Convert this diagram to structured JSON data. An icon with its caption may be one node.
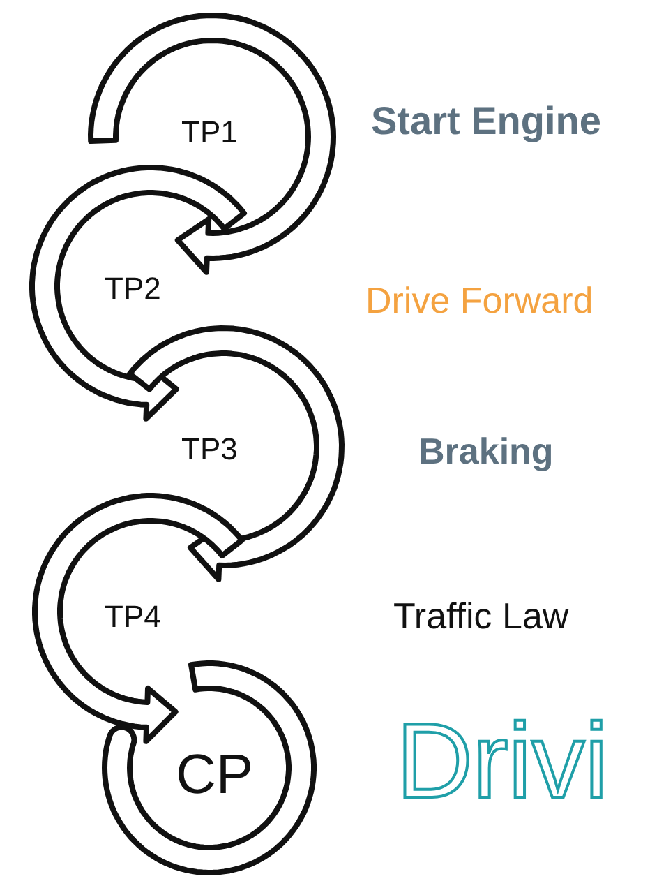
{
  "diagram": {
    "nodes": [
      {
        "text": [
          "TP1"
        ]
      },
      {
        "text": [
          "TP2"
        ]
      },
      {
        "text": [
          "TP3"
        ]
      },
      {
        "text": [
          "TP4"
        ]
      },
      {
        "text": [
          "CP"
        ]
      }
    ],
    "edges": [
      {
        "from": 0,
        "to": 1,
        "arrow": "to"
      },
      {
        "from": 1,
        "to": 2,
        "arrow": "to"
      },
      {
        "from": 2,
        "to": 3,
        "arrow": "to"
      },
      {
        "from": 3,
        "to": 4,
        "arrow": "to"
      }
    ],
    "labels": [
      "Start Engine",
      "Drive Forward",
      "Braking",
      "Traffic Law",
      "Drivi"
    ]
  }
}
